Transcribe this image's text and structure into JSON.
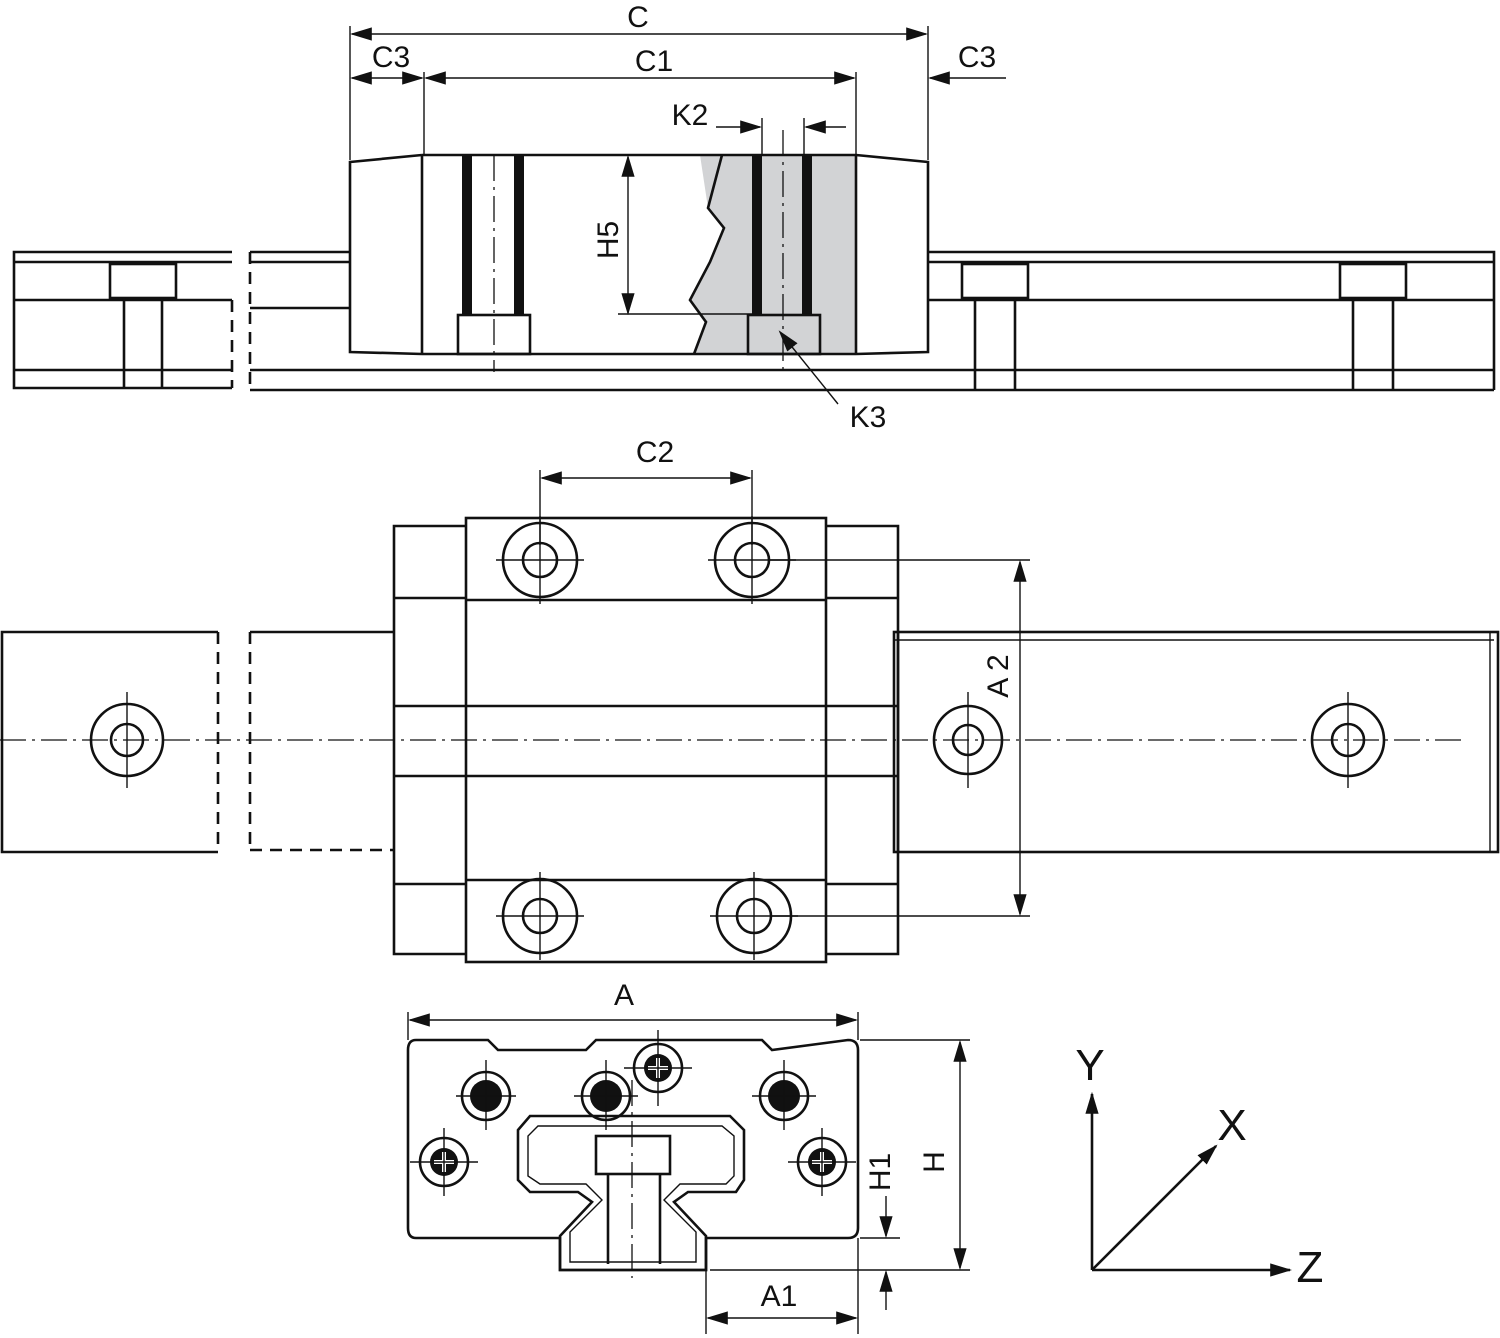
{
  "diagram": {
    "dimensions": {
      "c": "C",
      "c1": "C1",
      "c2": "C2",
      "c3_left": "C3",
      "c3_right": "C3",
      "k2": "K2",
      "k3": "K3",
      "h5": "H5",
      "a": "A",
      "a1": "A1",
      "a2": "A 2",
      "h": "H",
      "h1": "H1"
    },
    "axes": {
      "x": "X",
      "y": "Y",
      "z": "Z"
    },
    "colors": {
      "line": "#111111",
      "section_fill": "#d2d3d5",
      "background": "#ffffff"
    }
  }
}
